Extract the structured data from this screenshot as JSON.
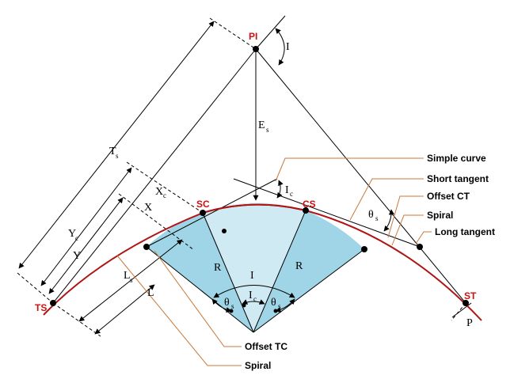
{
  "colors": {
    "spiral_fill": "#9fd5e6",
    "circle_fill": "#cfeaf3",
    "curve": "#b01515",
    "leader": "#c8793a",
    "point_label": "#d01010",
    "line": "#000000"
  },
  "points": {
    "pi": "PI",
    "ts": "TS",
    "sc": "SC",
    "cs": "CS",
    "st": "ST"
  },
  "symbols": {
    "i_top": "I",
    "es": "E",
    "es_sub": "s",
    "ts": "T",
    "ts_sub": "s",
    "xc": "X",
    "xc_sub": "c",
    "x": "X",
    "yc": "Y",
    "yc_sub": "c",
    "y": "Y",
    "ls": "L",
    "ls_sub": "s",
    "l": "L",
    "ic_top": "I",
    "ic_top_sub": "c",
    "theta_right": "θ",
    "theta_right_sub": "s",
    "r_left": "R",
    "r_right": "R",
    "i_center": "I",
    "theta_left": "θ",
    "theta_left_sub": "s",
    "ic_center": "I",
    "ic_center_sub": "c",
    "theta_center_right": "θ",
    "theta_center_right_sub": "s",
    "p": "P"
  },
  "callouts": {
    "simple_curve": "Simple curve",
    "short_tangent": "Short tangent",
    "offset_ct": "Offset CT",
    "spiral_right": "Spiral",
    "long_tangent": "Long tangent",
    "offset_tc": "Offset TC",
    "spiral_bottom": "Spiral"
  }
}
